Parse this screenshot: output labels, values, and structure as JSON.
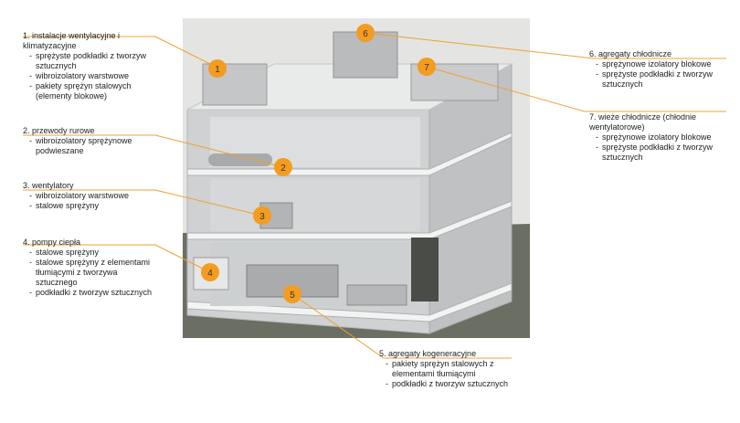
{
  "callouts": [
    {
      "number": "1",
      "title": "1. instalacje wentylacyjne i klimatyzacyjne",
      "items": [
        "sprężyste podkładki z tworzyw sztucznych",
        "wibroizolatory warstwowe",
        "pakiety sprężyn stalowych (elementy blokowe)"
      ]
    },
    {
      "number": "2",
      "title": "2. przewody rurowe",
      "items": [
        "wibroizolatory sprężynowe podwieszane"
      ]
    },
    {
      "number": "3",
      "title": "3. wentylatory",
      "items": [
        "wibroizolatory warstwowe",
        "stalowe sprężyny"
      ]
    },
    {
      "number": "4",
      "title": "4. pompy ciepła",
      "items": [
        "stalowe sprężyny",
        "stalowe sprężyny z elementami tłumiącymi z tworzywa sztucznego",
        "podkładki z tworzyw sztucznych"
      ]
    },
    {
      "number": "5",
      "title": "5. agregaty kogeneracyjne",
      "items": [
        "pakiety sprężyn stalowych z elementami tłumiącymi",
        "podkładki z tworzyw sztucznych"
      ]
    },
    {
      "number": "6",
      "title": "6. agregaty chłodnicze",
      "items": [
        "sprężynowe izolatory blokowe",
        "sprężyste podkładki z tworzyw sztucznych"
      ]
    },
    {
      "number": "7",
      "title": "7. wieże chłodnicze (chłodnie wentylatorowe)",
      "items": [
        "sprężynowe izolatory blokowe",
        "sprężyste podkładki z tworzyw sztucznych"
      ]
    }
  ],
  "colors": {
    "accent": "#f39c1f",
    "line": "#f0a030",
    "building": "#d9dadb",
    "ground": "#6b6e62"
  }
}
